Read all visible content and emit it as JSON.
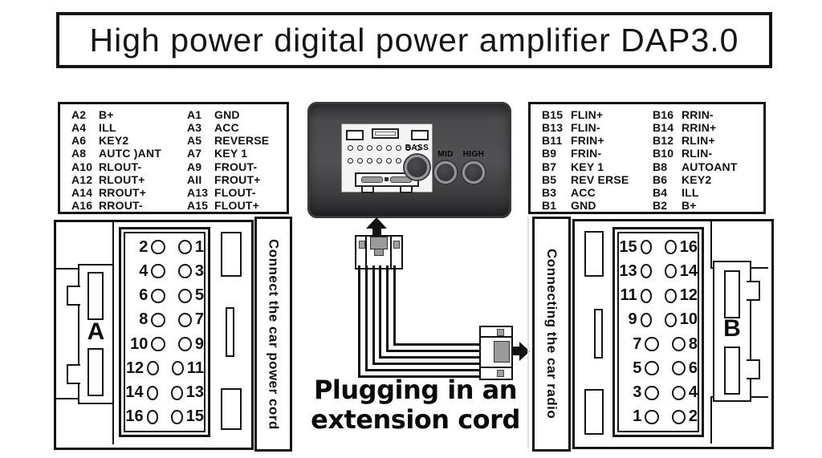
{
  "title": "High power digital power amplifier DAP3.0",
  "connector_a_table": {
    "left_column": [
      {
        "pin": "A2",
        "label": "B+"
      },
      {
        "pin": "A4",
        "label": "ILL"
      },
      {
        "pin": "A6",
        "label": "KEY2"
      },
      {
        "pin": "A8",
        "label": "AUTC )ANT"
      },
      {
        "pin": "A10",
        "label": "RLOUT-"
      },
      {
        "pin": "A12",
        "label": "RLOUT+"
      },
      {
        "pin": "A14",
        "label": "RROUT+"
      },
      {
        "pin": "A16",
        "label": "RROUT-"
      }
    ],
    "right_column": [
      {
        "pin": "A1",
        "label": "GND"
      },
      {
        "pin": "A3",
        "label": "ACC"
      },
      {
        "pin": "A5",
        "label": "REVERSE"
      },
      {
        "pin": "A7",
        "label": "KEY 1"
      },
      {
        "pin": "A9",
        "label": "FROUT-"
      },
      {
        "pin": "AII",
        "label": "FROUT+"
      },
      {
        "pin": "A13",
        "label": "FLOUT-"
      },
      {
        "pin": "A15",
        "label": "FLOUT+"
      }
    ]
  },
  "connector_b_table": {
    "left_column": [
      {
        "pin": "B15",
        "label": "FLIN+"
      },
      {
        "pin": "B13",
        "label": "FLIN-"
      },
      {
        "pin": "B11",
        "label": "FRIN+"
      },
      {
        "pin": "B9",
        "label": "FRIN-"
      },
      {
        "pin": "B7",
        "label": "KEY 1"
      },
      {
        "pin": "B5",
        "label": "REV ERSE"
      },
      {
        "pin": "B3",
        "label": "ACC"
      },
      {
        "pin": "B1",
        "label": "GND"
      }
    ],
    "right_column": [
      {
        "pin": "B16",
        "label": "RRIN-"
      },
      {
        "pin": "B14",
        "label": "RRIN+"
      },
      {
        "pin": "B12",
        "label": "RLIN+"
      },
      {
        "pin": "B10",
        "label": "RLIN-"
      },
      {
        "pin": "B8",
        "label": "AUTOANT"
      },
      {
        "pin": "B6",
        "label": "KEY2"
      },
      {
        "pin": "B4",
        "label": "ILL"
      },
      {
        "pin": "B2",
        "label": "B+"
      }
    ]
  },
  "amplifier": {
    "knob_labels": [
      "BASS",
      "MID",
      "HIGH"
    ]
  },
  "diagram_a": {
    "connector_label": "A",
    "caption": "Connect the car power cord",
    "pin_rows": [
      {
        "left": "2",
        "right": "1"
      },
      {
        "left": "4",
        "right": "3"
      },
      {
        "left": "6",
        "right": "5"
      },
      {
        "left": "8",
        "right": "7"
      },
      {
        "left": "10",
        "right": "9"
      },
      {
        "left": "12",
        "right": "11"
      },
      {
        "left": "14",
        "right": "13"
      },
      {
        "left": "16",
        "right": "15"
      }
    ]
  },
  "diagram_b": {
    "connector_label": "B",
    "caption": "Connecting the car radio",
    "pin_rows": [
      {
        "left": "15",
        "right": "16"
      },
      {
        "left": "13",
        "right": "14"
      },
      {
        "left": "11",
        "right": "12"
      },
      {
        "left": "9",
        "right": "10"
      },
      {
        "left": "7",
        "right": "8"
      },
      {
        "left": "5",
        "right": "6"
      },
      {
        "left": "3",
        "right": "4"
      },
      {
        "left": "1",
        "right": "2"
      }
    ]
  },
  "extension_cord": {
    "caption_line1": "Plugging in an",
    "caption_line2": "extension cord"
  },
  "colors": {
    "line": "#141414",
    "amp_body": "#4a4a4d",
    "amp_panel": "#f4f4f4",
    "metal_gray": "#9a9a9a",
    "seam": "#dcdcdc",
    "background": "#ffffff"
  }
}
